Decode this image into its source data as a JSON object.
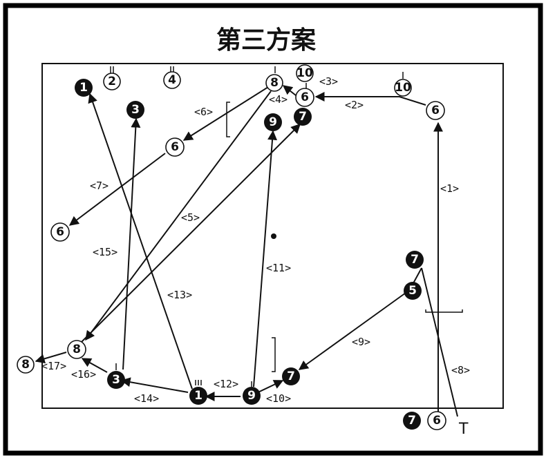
{
  "title": "第三方案",
  "players": [
    {
      "id": "p1-black-top",
      "num": "1",
      "style": "black"
    },
    {
      "id": "p3-black-top",
      "num": "3",
      "style": "black"
    },
    {
      "id": "p9-black-top",
      "num": "9",
      "style": "black"
    },
    {
      "id": "p7-black-top",
      "num": "7",
      "style": "black"
    },
    {
      "id": "p7-black-right",
      "num": "7",
      "style": "black"
    },
    {
      "id": "p5-black-right",
      "num": "5",
      "style": "black"
    },
    {
      "id": "p7-black-bottom",
      "num": "7",
      "style": "black"
    },
    {
      "id": "p3-black-bottom",
      "num": "3",
      "style": "black"
    },
    {
      "id": "p1-black-bottom",
      "num": "1",
      "style": "black"
    },
    {
      "id": "p9-black-bottom",
      "num": "9",
      "style": "black"
    },
    {
      "id": "p7-black-out",
      "num": "7",
      "style": "black"
    },
    {
      "id": "p2-white-top",
      "num": "2",
      "style": "white"
    },
    {
      "id": "p4-white-top",
      "num": "4",
      "style": "white"
    },
    {
      "id": "p8-white-top",
      "num": "8",
      "style": "white"
    },
    {
      "id": "p10-white-top",
      "num": "10",
      "style": "white"
    },
    {
      "id": "p6-white-top",
      "num": "6",
      "style": "white"
    },
    {
      "id": "p10-white-right",
      "num": "10",
      "style": "white"
    },
    {
      "id": "p6-white-right",
      "num": "6",
      "style": "white"
    },
    {
      "id": "p6-white-mid",
      "num": "6",
      "style": "white"
    },
    {
      "id": "p6-white-left",
      "num": "6",
      "style": "white"
    },
    {
      "id": "p8-white-left",
      "num": "8",
      "style": "white"
    },
    {
      "id": "p8-white-out",
      "num": "8",
      "style": "white"
    },
    {
      "id": "p6-white-out",
      "num": "6",
      "style": "white"
    }
  ],
  "step_labels": [
    "<1>",
    "<2>",
    "<3>",
    "<4>",
    "<5>",
    "<6>",
    "<7>",
    "<8>",
    "<9>",
    "<10>",
    "<11>",
    "<12>",
    "<13>",
    "<14>",
    "<15>",
    "<16>",
    "<17>"
  ],
  "marker_t": "T"
}
